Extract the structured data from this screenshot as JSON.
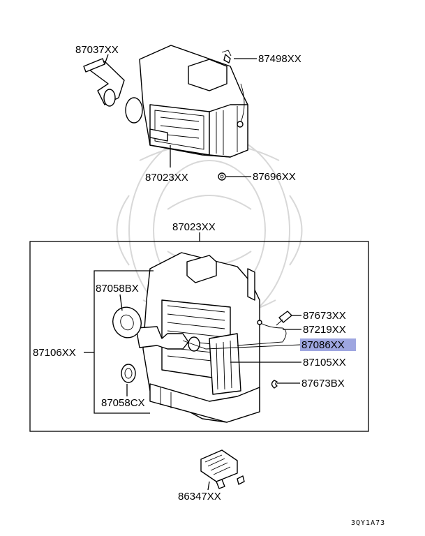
{
  "diagram": {
    "highlight_color": "#9ea6e0",
    "footer_code": "3QY1A73",
    "parts": [
      {
        "key": "p87037",
        "label": "87037XX"
      },
      {
        "key": "p87498",
        "label": "87498XX"
      },
      {
        "key": "p87023a",
        "label": "87023XX"
      },
      {
        "key": "p87696",
        "label": "87696XX"
      },
      {
        "key": "p87023b",
        "label": "87023XX"
      },
      {
        "key": "p87058bx",
        "label": "87058BX"
      },
      {
        "key": "p87673xx",
        "label": "87673XX"
      },
      {
        "key": "p87219",
        "label": "87219XX"
      },
      {
        "key": "p87086",
        "label": "87086XX",
        "highlighted": true
      },
      {
        "key": "p87106",
        "label": "87106XX"
      },
      {
        "key": "p87105",
        "label": "87105XX"
      },
      {
        "key": "p87673bx",
        "label": "87673BX"
      },
      {
        "key": "p87058cx",
        "label": "87058CX"
      },
      {
        "key": "p86347",
        "label": "86347XX"
      }
    ]
  }
}
